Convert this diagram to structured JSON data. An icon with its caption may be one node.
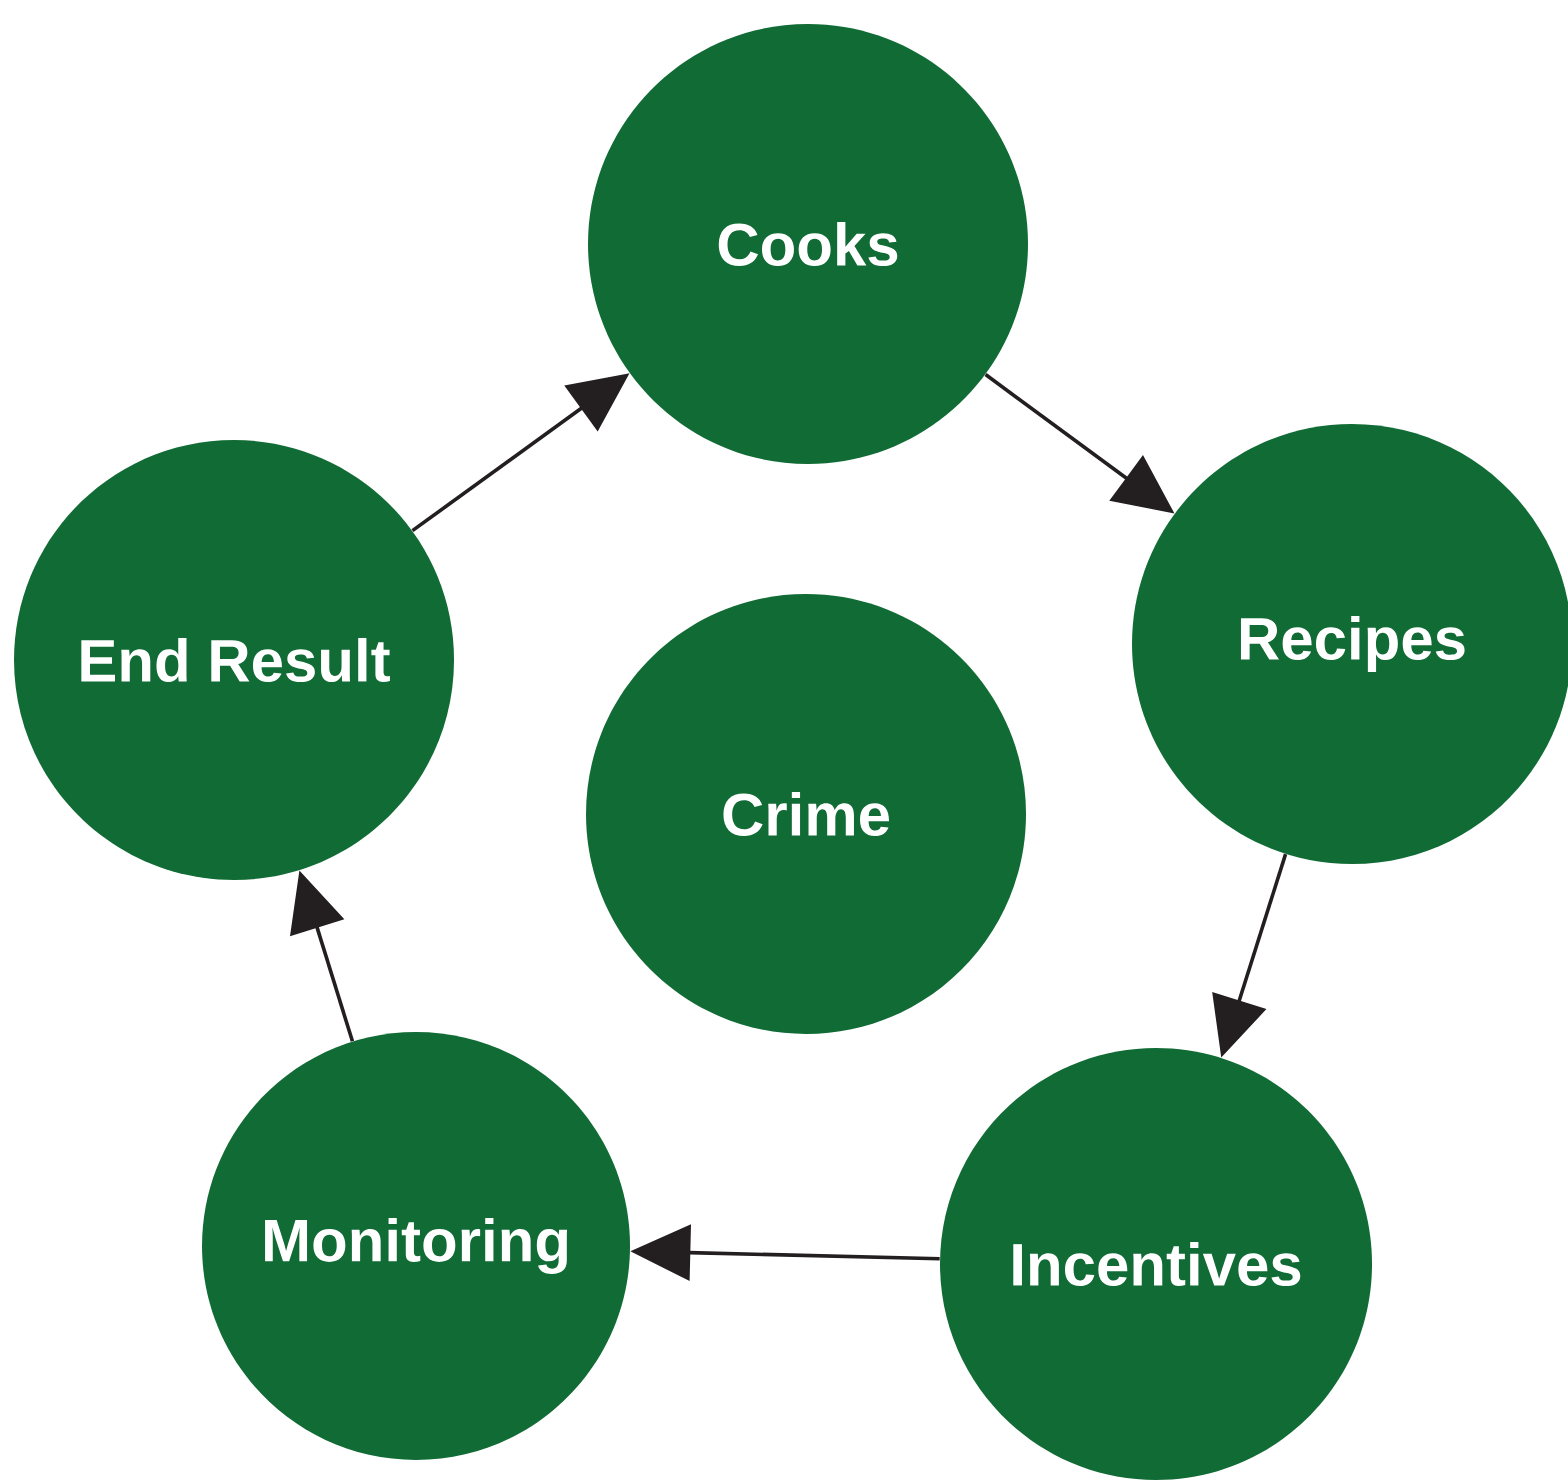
{
  "diagram": {
    "nodes": [
      {
        "text": [
          "Cooks"
        ]
      },
      {
        "text": [
          "End Result"
        ]
      },
      {
        "text": [
          "Crime"
        ]
      },
      {
        "text": [
          "Recipes"
        ]
      },
      {
        "text": [
          "Monitoring"
        ]
      },
      {
        "text": [
          "Incentives"
        ]
      }
    ],
    "edges": [
      {
        "from": 1,
        "to": 0,
        "arrow": "to"
      },
      {
        "from": 0,
        "to": 3,
        "arrow": "to"
      },
      {
        "from": 3,
        "to": 5,
        "arrow": "to"
      },
      {
        "from": 5,
        "to": 4,
        "arrow": "to"
      },
      {
        "from": 4,
        "to": 1,
        "arrow": "to"
      }
    ]
  }
}
